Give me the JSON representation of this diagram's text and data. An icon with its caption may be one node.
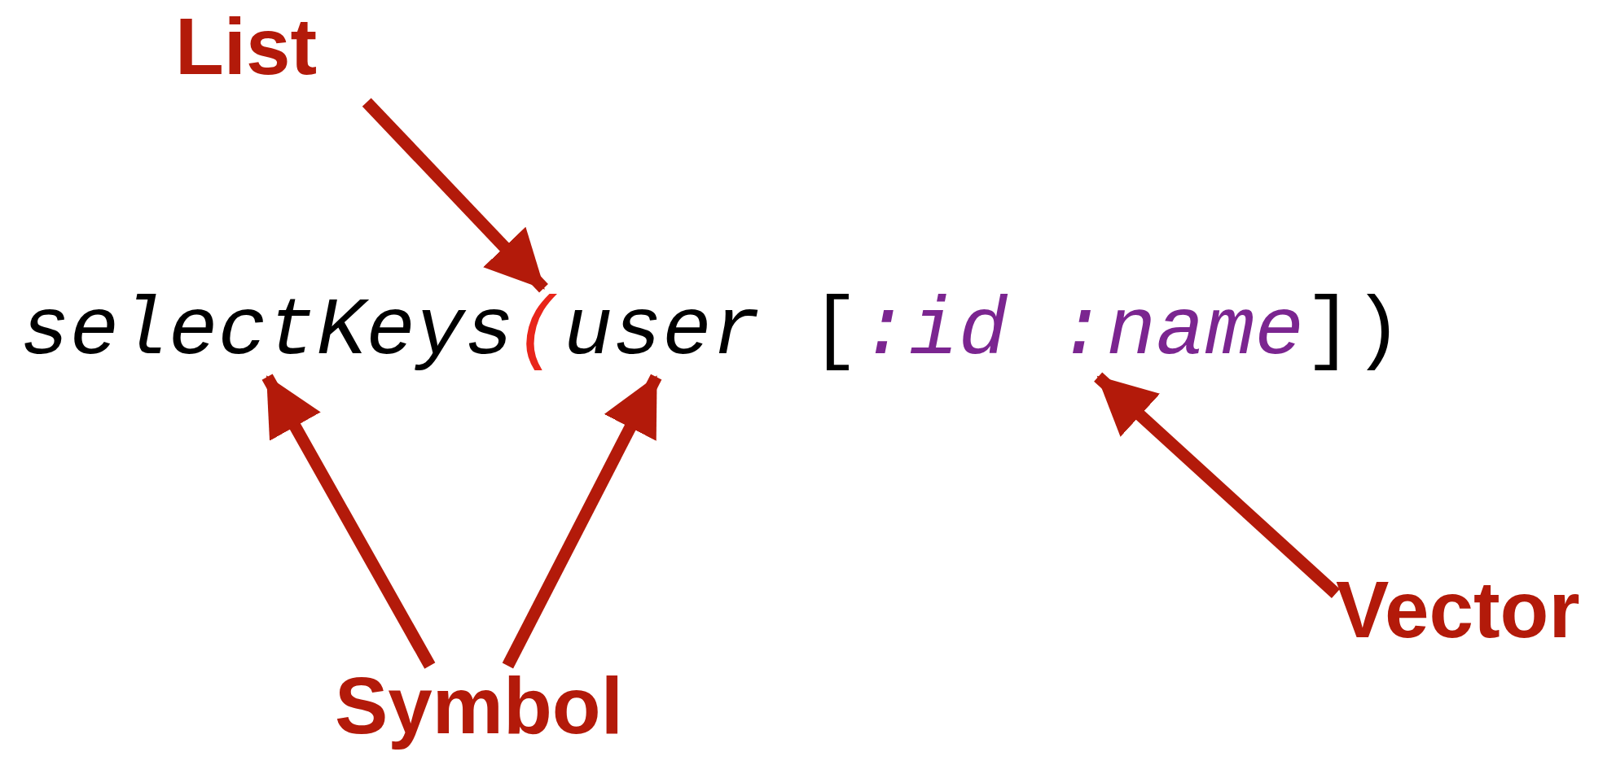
{
  "diagram": {
    "nodes": [
      {
        "text": [
          "List"
        ]
      },
      {
        "text": [
          "selectKeys"
        ]
      },
      {
        "text": [
          "("
        ]
      },
      {
        "text": [
          "user"
        ]
      },
      {
        "text": [
          "[",
          ":id :name",
          "]"
        ]
      },
      {
        "text": [
          "Vector"
        ]
      },
      {
        "text": [
          "Symbol"
        ]
      }
    ],
    "edges": [
      {
        "from": 0,
        "to": 2,
        "arrow": "to"
      },
      {
        "from": 6,
        "to": 1,
        "arrow": "to"
      },
      {
        "from": 6,
        "to": 3,
        "arrow": "to"
      },
      {
        "from": 5,
        "to": 4,
        "arrow": "to"
      }
    ],
    "labels": [
      ")"
    ]
  }
}
